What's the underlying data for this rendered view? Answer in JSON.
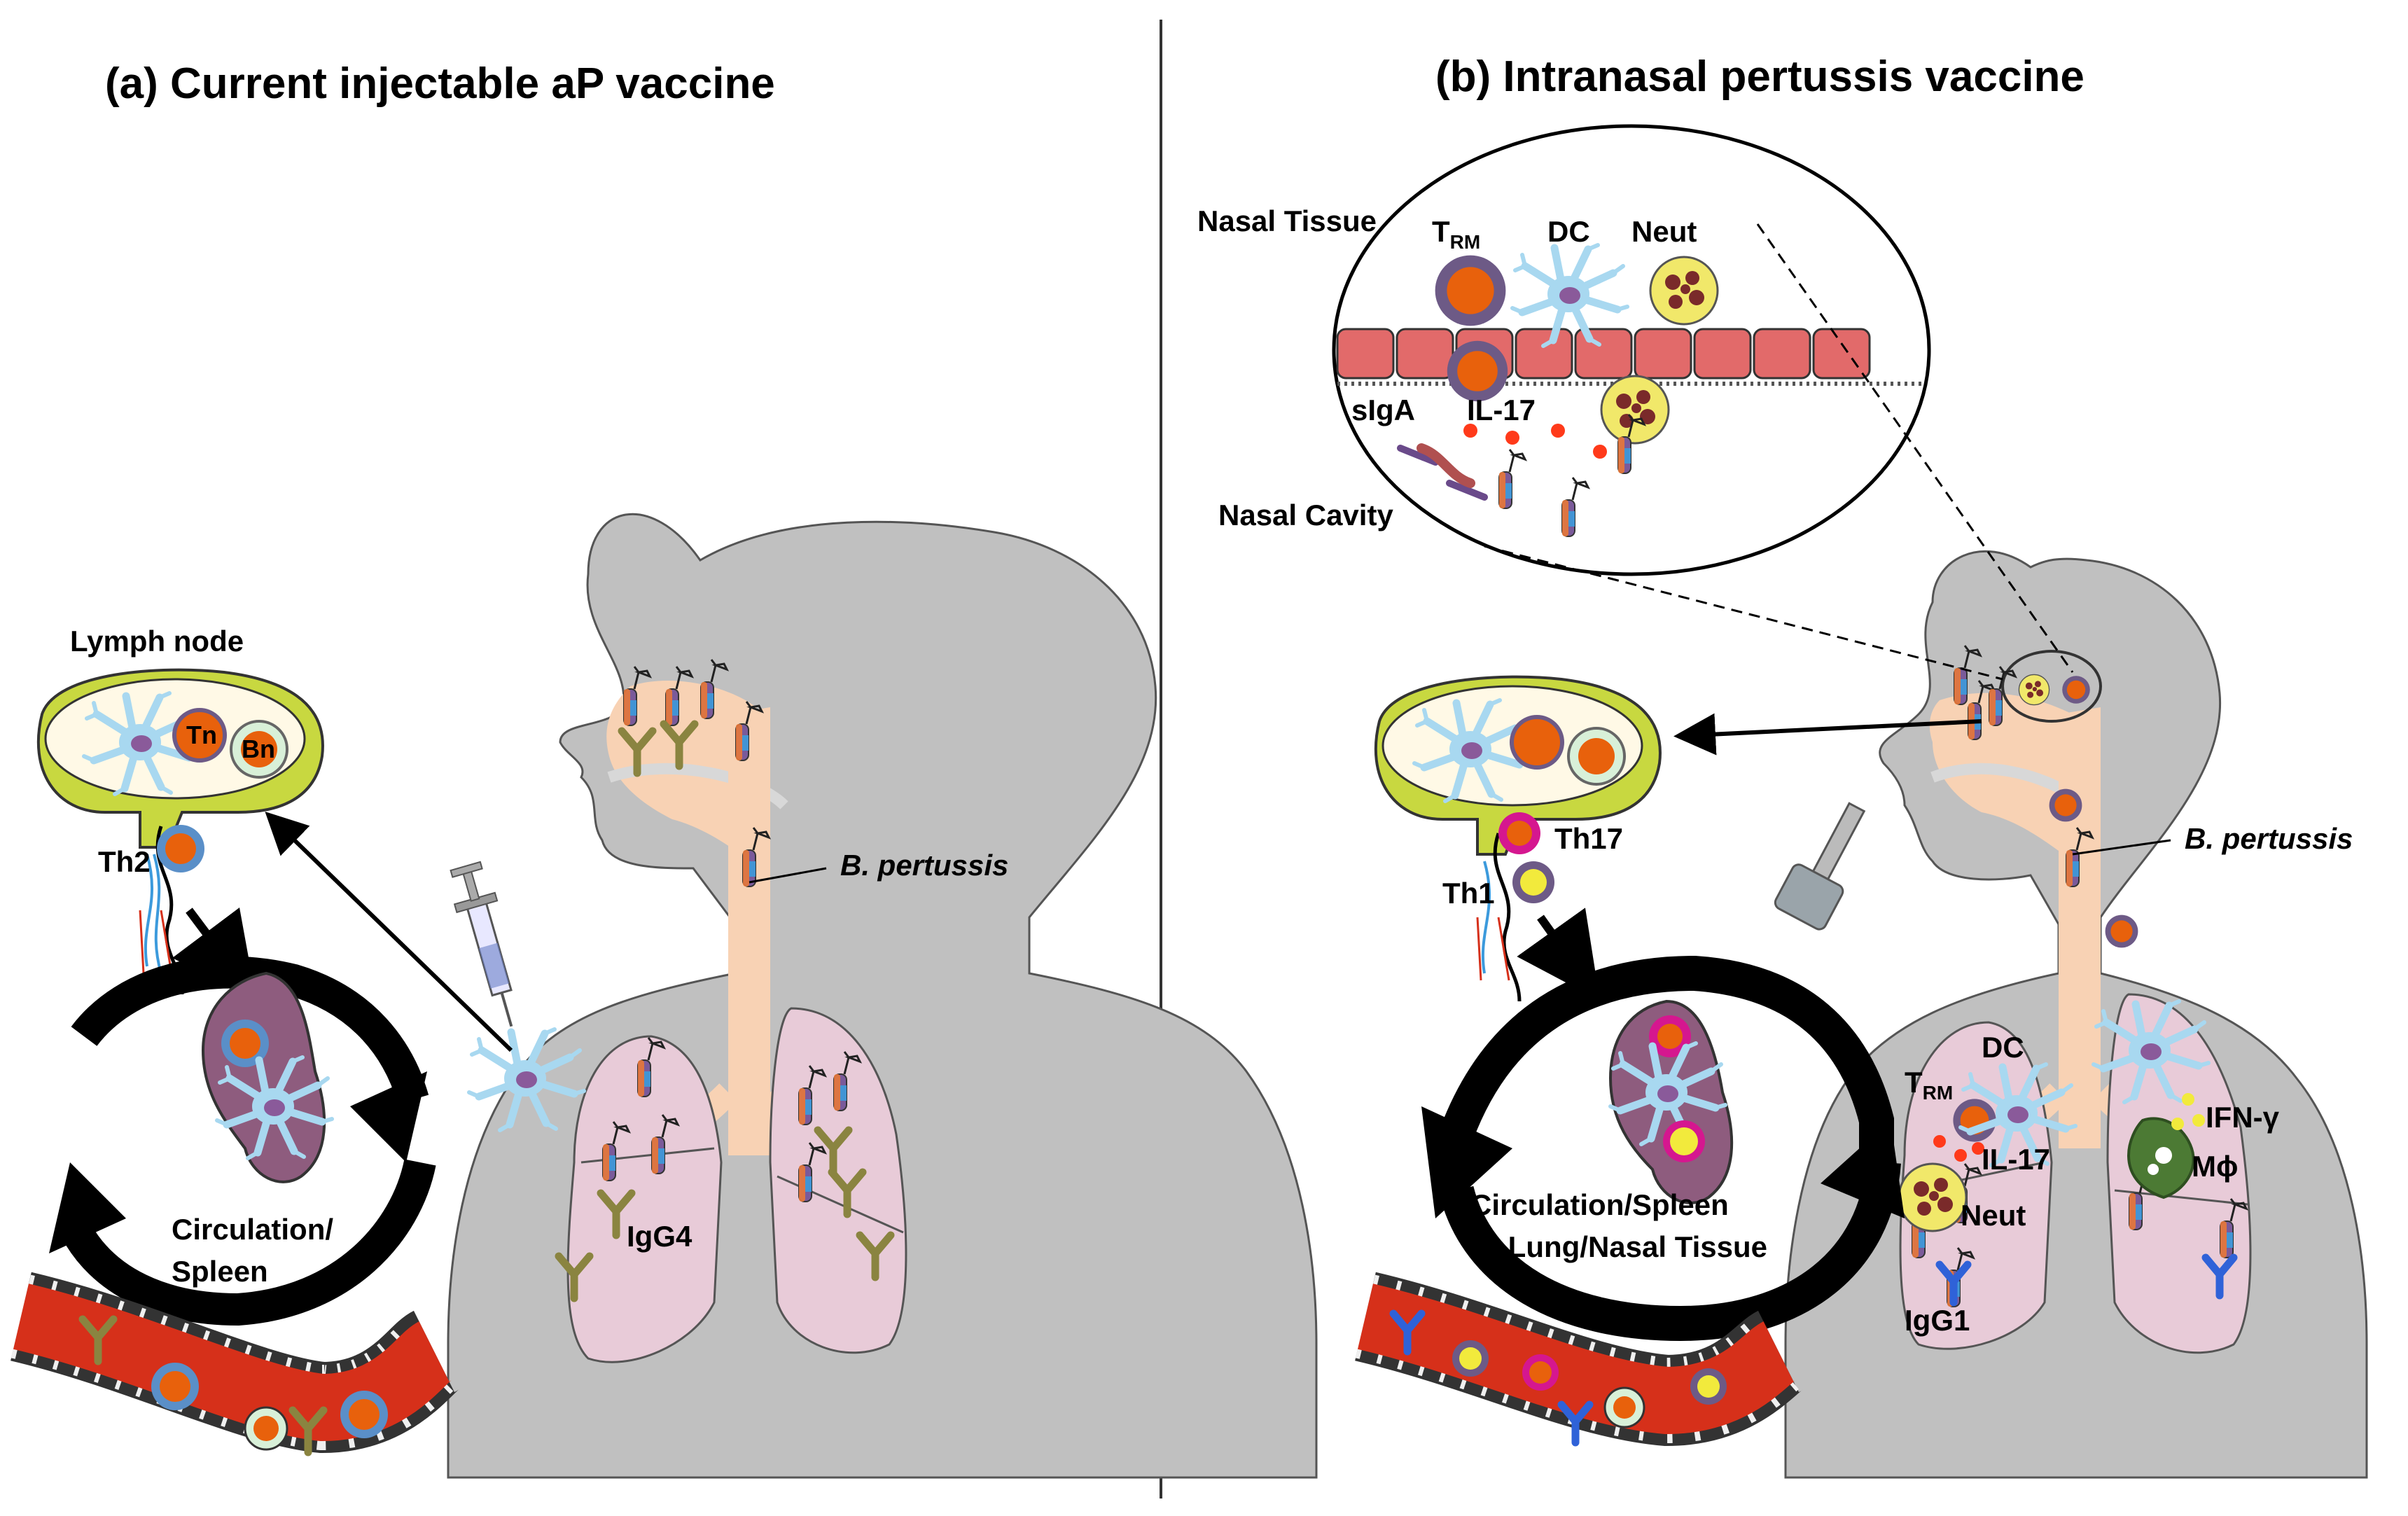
{
  "panels": {
    "a": {
      "title": "(a) Current injectable aP vaccine",
      "labels": {
        "lymph_node": "Lymph node",
        "tn": "Tn",
        "bn": "Bn",
        "th2": "Th2",
        "circulation_1": "Circulation/",
        "circulation_2": "Spleen",
        "igg4": "IgG4",
        "pathogen": "B. pertussis"
      }
    },
    "b": {
      "title": "(b) Intranasal pertussis vaccine",
      "labels": {
        "nasal_tissue": "Nasal Tissue",
        "trm_main": "T",
        "trm_sub": "RM",
        "dc_inset": "DC",
        "neut_inset": "Neut",
        "siga": "sIgA",
        "il17_inset": "IL-17",
        "nasal_cavity": "Nasal Cavity",
        "th17": "Th17",
        "th1": "Th1",
        "pathogen": "B. pertussis",
        "dc_lung": "DC",
        "trm_lung_main": "T",
        "trm_lung_sub": "RM",
        "ifn": "IFN-γ",
        "il17_lung": "IL-17",
        "mphi": "Mϕ",
        "neut_lung": "Neut",
        "igg1": "IgG1",
        "circ_1": "Circulation/Spleen",
        "circ_2": "→ Lung/Nasal Tissue"
      }
    }
  },
  "colors": {
    "body": "#c0c0c0",
    "airway": "#f8d2b4",
    "lung": "#e8cbd8",
    "spleen": "#8e5c7e",
    "vessel": "#d6301a",
    "tcell_core": "#e8610c",
    "tcell_ring": "#6d5a86",
    "antibody_igg4": "#8a8440",
    "antibody_igg1": "#2f62d8",
    "epithelium": "#e26a6a",
    "dendritic": "#a8d8f0",
    "neutrophil": "#f1e86a",
    "th17_ring": "#d5178f",
    "th1_core": "#f2ea3c"
  }
}
